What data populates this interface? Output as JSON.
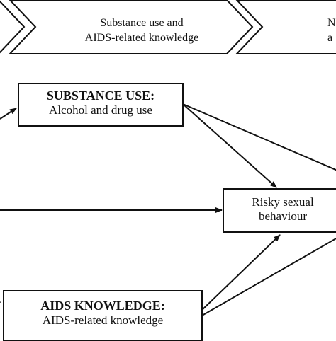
{
  "stages": {
    "middle_line1": "Substance use and",
    "middle_line2": "AIDS-related knowledge",
    "right_line1": "N",
    "right_line2": "a"
  },
  "nodes": {
    "substance_use": {
      "heading": "SUBSTANCE USE:",
      "body": "Alcohol and drug use"
    },
    "risky_behaviour": {
      "line1": "Risky sexual",
      "line2": "behaviour"
    },
    "aids_knowledge": {
      "heading": "AIDS KNOWLEDGE:",
      "body": "AIDS-related knowledge"
    }
  },
  "colors": {
    "line": "#111111",
    "background": "#ffffff"
  }
}
